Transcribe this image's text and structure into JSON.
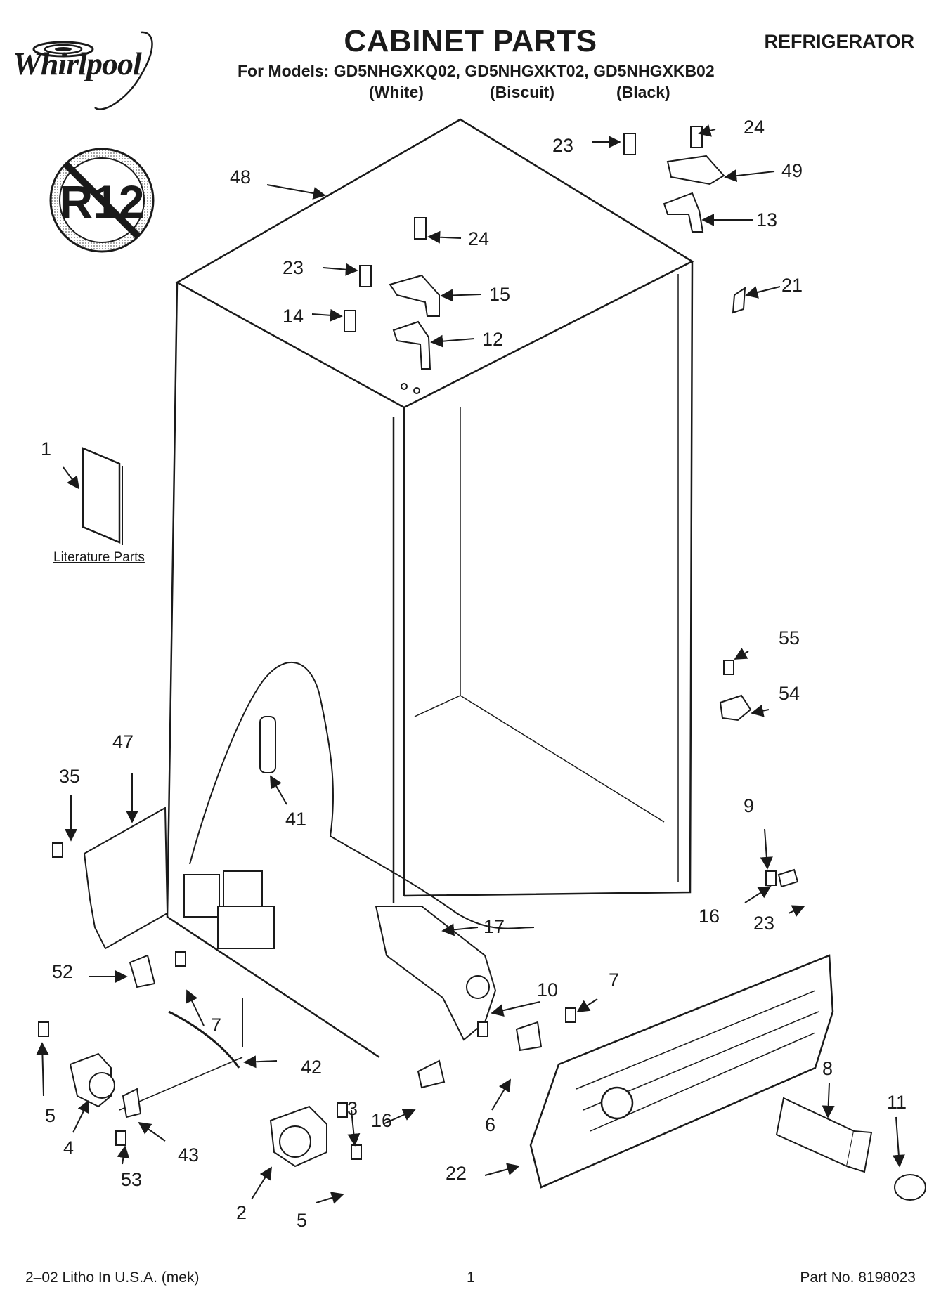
{
  "header": {
    "brand": "Whirlpool",
    "title": "CABINET PARTS",
    "product": "REFRIGERATOR",
    "models": "For Models: GD5NHGXKQ02, GD5NHGXKT02, GD5NHGXKB02",
    "colors": [
      "(White)",
      "(Biscuit)",
      "(Black)"
    ]
  },
  "badge": {
    "text": "R12"
  },
  "literature": {
    "label": "Literature Parts"
  },
  "callouts": [
    "1",
    "2",
    "3",
    "4",
    "5",
    "5",
    "6",
    "7",
    "7",
    "8",
    "9",
    "10",
    "11",
    "12",
    "13",
    "14",
    "15",
    "16",
    "16",
    "17",
    "21",
    "22",
    "23",
    "23",
    "23",
    "24",
    "24",
    "35",
    "41",
    "42",
    "43",
    "47",
    "48",
    "49",
    "52",
    "53",
    "54",
    "55"
  ],
  "footer": {
    "litho": "2–02 Litho In U.S.A. (mek)",
    "page": "1",
    "part_no": "Part No. 8198023"
  }
}
